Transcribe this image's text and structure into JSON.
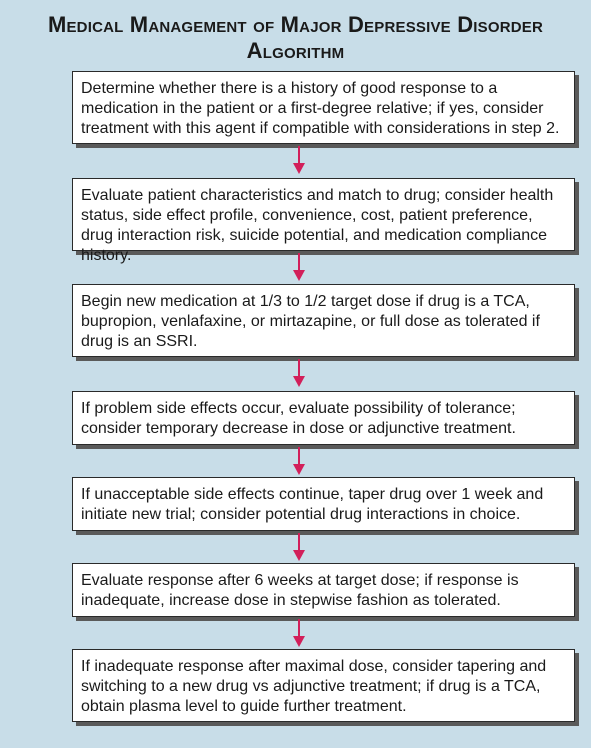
{
  "title_line1": "Medical Management of Major Depressive Disorder",
  "title_line2": "Algorithm",
  "colors": {
    "background": "#c8dde8",
    "box_fill": "#ffffff",
    "box_border": "#2a2a2a",
    "arrow": "#d21f5a"
  },
  "steps": [
    "Determine whether there is a history of good response to a medication in the patient or a first-degree relative; if yes, consider treatment with this agent if compatible with considerations in step 2.",
    "Evaluate patient characteristics and match to drug; consider health status, side effect profile, convenience, cost, patient preference, drug interaction risk, suicide potential, and medication compliance history.",
    "Begin new medication at 1/3 to 1/2 target dose if drug is a TCA, bupropion, venlafaxine, or mirtazapine, or full dose as tolerated if drug is an SSRI.",
    "If problem side effects occur, evaluate possibility of tolerance; consider temporary decrease in dose or adjunctive treatment.",
    "If unacceptable side effects continue, taper drug over 1 week and initiate new trial; consider potential drug interactions in choice.",
    "Evaluate response after 6 weeks at target dose; if response is inadequate, increase dose in stepwise fashion as tolerated.",
    "If inadequate response after maximal dose, consider tapering and switching to a new drug vs adjunctive treatment; if drug is a TCA, obtain plasma level to guide further treatment."
  ]
}
